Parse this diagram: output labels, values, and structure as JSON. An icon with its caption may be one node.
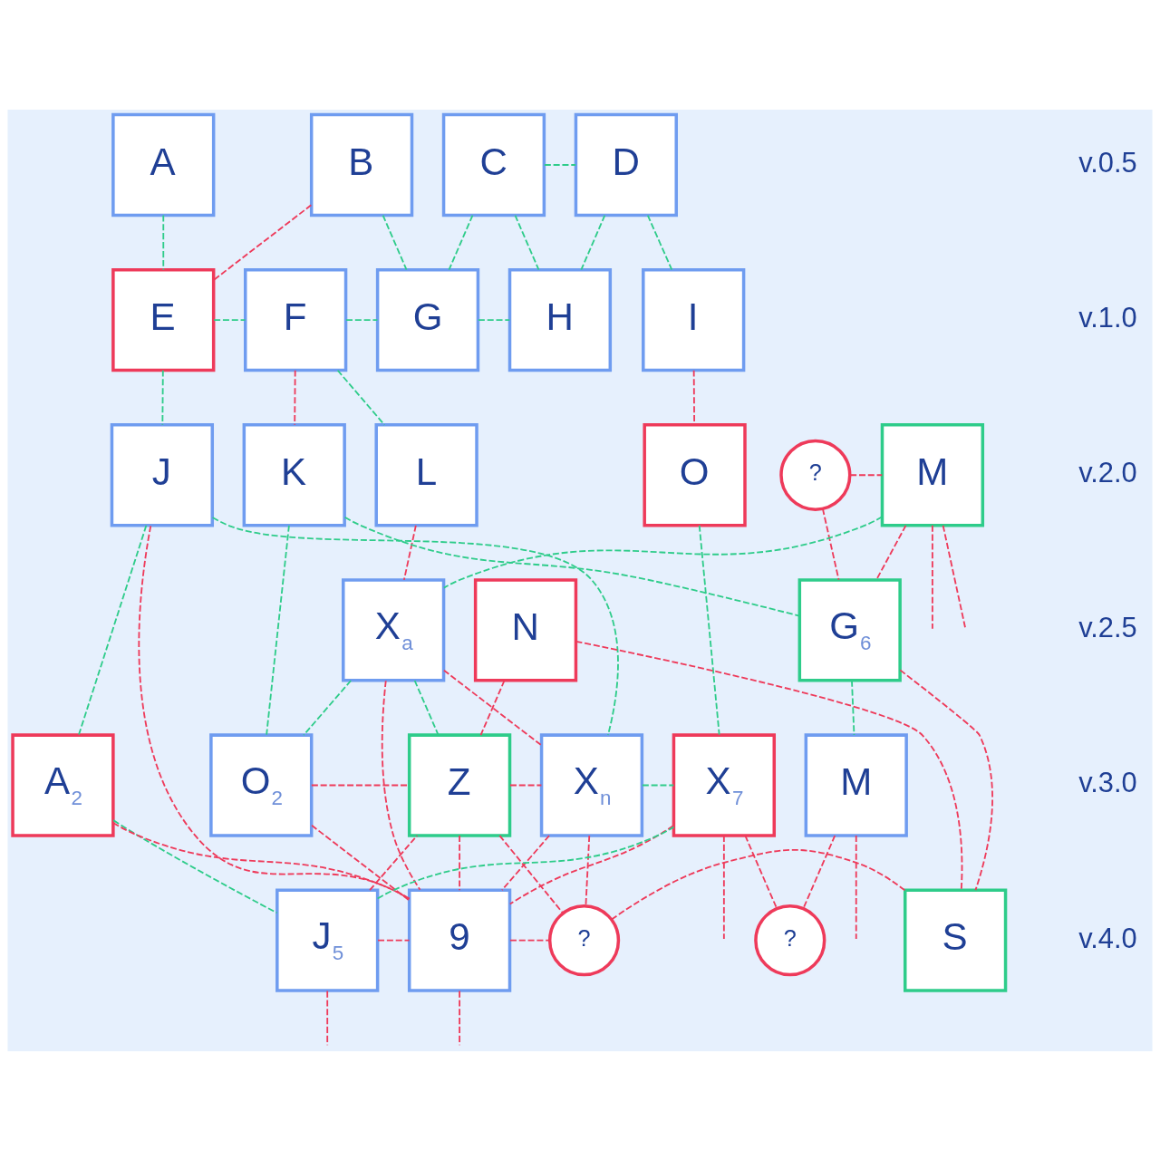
{
  "diagram": {
    "nodes": [
      {
        "text": [
          "A"
        ]
      },
      {
        "text": [
          "B"
        ]
      },
      {
        "text": [
          "C"
        ]
      },
      {
        "text": [
          "D"
        ]
      },
      {
        "text": [
          "E"
        ]
      },
      {
        "text": [
          "F"
        ]
      },
      {
        "text": [
          "G"
        ]
      },
      {
        "text": [
          "H"
        ]
      },
      {
        "text": [
          "I"
        ]
      },
      {
        "text": [
          "J"
        ]
      },
      {
        "text": [
          "L"
        ]
      },
      {
        "text": [
          "K"
        ]
      },
      {
        "text": [
          "O"
        ]
      },
      {
        "text": [
          "?"
        ]
      },
      {
        "text": [
          "M"
        ]
      },
      {
        "text": [
          "X$_{a}$"
        ]
      },
      {
        "text": [
          "G$_{6}$"
        ]
      },
      {
        "text": [
          "N"
        ]
      },
      {
        "text": [
          "O$_{2}$"
        ]
      },
      {
        "text": [
          "A$_{2}$"
        ]
      },
      {
        "text": [
          "Z"
        ]
      },
      {
        "text": [
          "X$_{n}$"
        ]
      },
      {
        "text": [
          "X$_{7}$"
        ]
      },
      {
        "text": [
          "M"
        ]
      },
      {
        "text": [
          "J$_{5}$"
        ]
      },
      {
        "text": [
          "9"
        ]
      },
      {
        "text": [
          "?"
        ]
      },
      {
        "text": [
          "?"
        ]
      },
      {
        "text": [
          "S"
        ]
      }
    ],
    "edges": [
      {
        "from": 0,
        "to": 4,
        "arrow": "none",
        "style": "dashed",
        "color": "#2ecc8a"
      },
      {
        "from": 1,
        "to": 4,
        "arrow": "none",
        "style": "dashed"
      },
      {
        "from": 1,
        "to": 6,
        "arrow": "none",
        "style": "dashed",
        "color": "#2ecc8a"
      },
      {
        "from": 2,
        "to": 3,
        "arrow": "none",
        "style": "dashed",
        "color": "#2ecc8a"
      },
      {
        "from": 2,
        "to": 6,
        "arrow": "none",
        "style": "dashed",
        "color": "#2ecc8a"
      },
      {
        "from": 2,
        "to": 7,
        "arrow": "none",
        "style": "dashed",
        "color": "#2ecc8a"
      },
      {
        "from": 3,
        "to": 7,
        "arrow": "none",
        "style": "dashed",
        "color": "#2ecc8a"
      },
      {
        "from": 3,
        "to": 8,
        "arrow": "none",
        "style": "dashed",
        "color": "#2ecc8a"
      },
      {
        "from": 4,
        "to": 5,
        "arrow": "none",
        "style": "dashed",
        "color": "#2ecc8a"
      },
      {
        "from": 5,
        "to": 6,
        "arrow": "none",
        "style": "dashed",
        "color": "#2ecc8a"
      },
      {
        "from": 6,
        "to": 7,
        "arrow": "none",
        "style": "dashed",
        "color": "#2ecc8a"
      },
      {
        "from": 4,
        "to": 9,
        "arrow": "none",
        "style": "dashed",
        "color": "#2ecc8a"
      },
      {
        "from": 5,
        "to": 10,
        "arrow": "none",
        "style": "dashed",
        "color": "#2ecc8a"
      },
      {
        "from": 5,
        "to": 11,
        "arrow": "none",
        "style": "dashed"
      },
      {
        "from": 8,
        "to": 12,
        "arrow": "none",
        "style": "dashed"
      },
      {
        "from": 13,
        "to": 14,
        "arrow": "none",
        "style": "dashed"
      },
      {
        "from": 14,
        "to": null,
        "arrow": "none",
        "style": "dashed"
      },
      {
        "from": 14,
        "to": null,
        "arrow": "none",
        "style": "dashed"
      },
      {
        "from": 9,
        "to": 19,
        "arrow": "none",
        "style": "dashed",
        "color": "#2ecc8a"
      },
      {
        "from": 9,
        "to": 25,
        "arrow": "none",
        "style": "dashed"
      },
      {
        "from": 9,
        "to": 21,
        "arrow": "none",
        "style": "dashed",
        "color": "#2ecc8a"
      },
      {
        "from": 10,
        "to": 15,
        "arrow": "none",
        "style": "dashed"
      },
      {
        "from": 11,
        "to": 18,
        "arrow": "none",
        "style": "dashed",
        "color": "#2ecc8a"
      },
      {
        "from": 11,
        "to": 16,
        "arrow": "none",
        "style": "dashed",
        "color": "#2ecc8a"
      },
      {
        "from": 12,
        "to": 22,
        "arrow": "none",
        "style": "dashed",
        "color": "#2ecc8a"
      },
      {
        "from": 13,
        "to": 16,
        "arrow": "none",
        "style": "dashed"
      },
      {
        "from": 14,
        "to": 15,
        "arrow": "none",
        "style": "dashed",
        "color": "#2ecc8a"
      },
      {
        "from": 14,
        "to": 16,
        "arrow": "none",
        "style": "dashed"
      },
      {
        "from": 15,
        "to": 18,
        "arrow": "none",
        "style": "dashed",
        "color": "#2ecc8a"
      },
      {
        "from": 15,
        "to": 20,
        "arrow": "none",
        "style": "dashed",
        "color": "#2ecc8a"
      },
      {
        "from": 15,
        "to": 25,
        "arrow": "none",
        "style": "dashed"
      },
      {
        "from": 15,
        "to": 21,
        "arrow": "none",
        "style": "dashed"
      },
      {
        "from": 17,
        "to": 20,
        "arrow": "none",
        "style": "dashed"
      },
      {
        "from": 17,
        "to": 28,
        "arrow": "none",
        "style": "dashed"
      },
      {
        "from": 16,
        "to": 23,
        "arrow": "none",
        "style": "dashed",
        "color": "#2ecc8a"
      },
      {
        "from": 16,
        "to": 28,
        "arrow": "none",
        "style": "dashed"
      },
      {
        "from": 18,
        "to": 20,
        "arrow": "none",
        "style": "dashed"
      },
      {
        "from": 18,
        "to": 25,
        "arrow": "none",
        "style": "dashed"
      },
      {
        "from": 19,
        "to": 25,
        "arrow": "none",
        "style": "dashed"
      },
      {
        "from": 19,
        "to": 24,
        "arrow": "none",
        "style": "dashed",
        "color": "#2ecc8a"
      },
      {
        "from": 24,
        "to": 20,
        "arrow": "none",
        "style": "dashed"
      },
      {
        "from": 24,
        "to": 22,
        "arrow": "none",
        "style": "dashed",
        "color": "#2ecc8a"
      },
      {
        "from": 24,
        "to": 25,
        "arrow": "none",
        "style": "dashed"
      },
      {
        "from": 24,
        "to": null,
        "arrow": "none",
        "style": "dashed"
      },
      {
        "from": 20,
        "to": 21,
        "arrow": "none",
        "style": "dashed"
      },
      {
        "from": 20,
        "to": 25,
        "arrow": "none",
        "style": "dashed"
      },
      {
        "from": 20,
        "to": 26,
        "arrow": "none",
        "style": "dashed"
      },
      {
        "from": 21,
        "to": 26,
        "arrow": "none",
        "style": "dashed"
      },
      {
        "from": 21,
        "to": 22,
        "arrow": "none",
        "style": "dashed",
        "color": "#2ecc8a"
      },
      {
        "from": 21,
        "to": 25,
        "arrow": "none",
        "style": "dashed"
      },
      {
        "from": 22,
        "to": 25,
        "arrow": "none",
        "style": "dashed"
      },
      {
        "from": 22,
        "to": 27,
        "arrow": "none",
        "style": "dashed"
      },
      {
        "from": 22,
        "to": null,
        "arrow": "none",
        "style": "dashed"
      },
      {
        "from": 23,
        "to": 27,
        "arrow": "none",
        "style": "dashed"
      },
      {
        "from": 23,
        "to": null,
        "arrow": "none",
        "style": "dashed"
      },
      {
        "from": 25,
        "to": 26,
        "arrow": "none",
        "style": "dashed"
      },
      {
        "from": 26,
        "to": 28,
        "arrow": "none",
        "style": "dashed"
      },
      {
        "from": 25,
        "to": null,
        "arrow": "none",
        "style": "dashed"
      }
    ],
    "labels": [
      "v.0.5",
      "v.1.0",
      "v.2.0",
      "v.2.5",
      "v.3.0",
      "v.4.0"
    ]
  }
}
